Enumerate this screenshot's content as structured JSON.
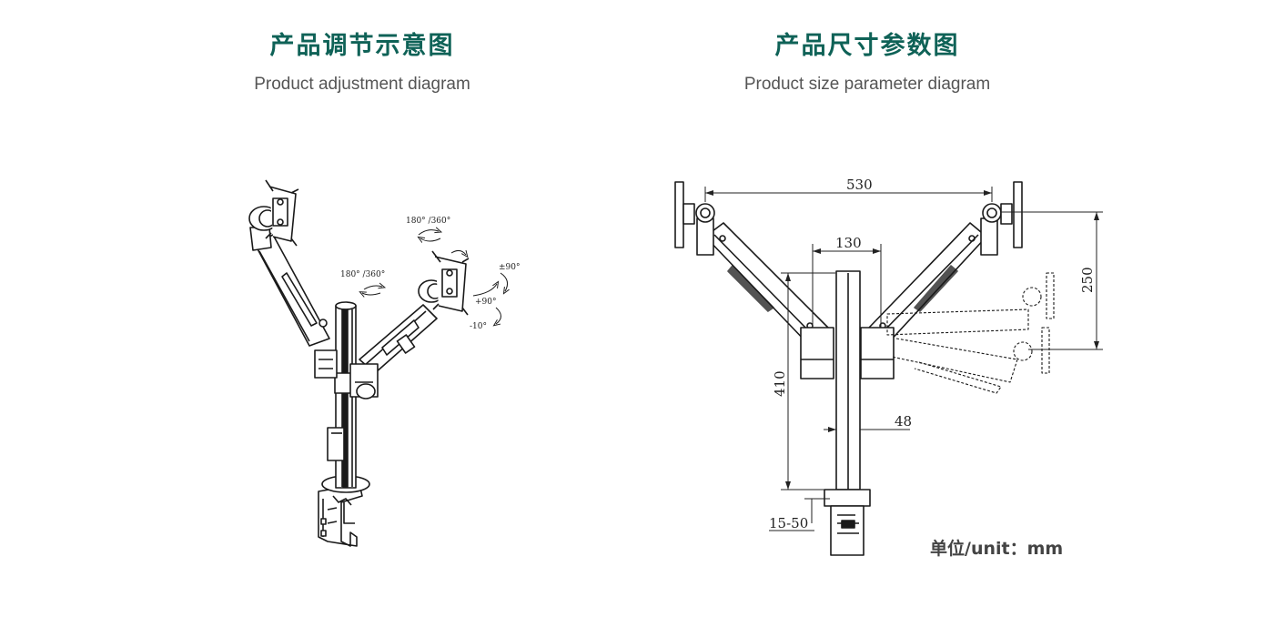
{
  "left": {
    "title": "产品调节示意图",
    "subtitle": "Product adjustment diagram",
    "angles": {
      "rotate_top": "180° /360°",
      "rotate_mid": "180° /360°",
      "swivel": "±90°",
      "tilt_up": "+90°",
      "tilt_down": "-10°"
    }
  },
  "right": {
    "title": "产品尺寸参数图",
    "subtitle": "Product size parameter diagram",
    "dimensions": {
      "span": "530",
      "pole_offset": "130",
      "height_range": "250",
      "arm_height": "410",
      "pole_width": "48",
      "desk_clamp": "15-50"
    },
    "unit": "单位/unit：mm"
  },
  "colors": {
    "title": "#0f6257",
    "subtitle": "#555555",
    "line": "#1a1a1a"
  }
}
